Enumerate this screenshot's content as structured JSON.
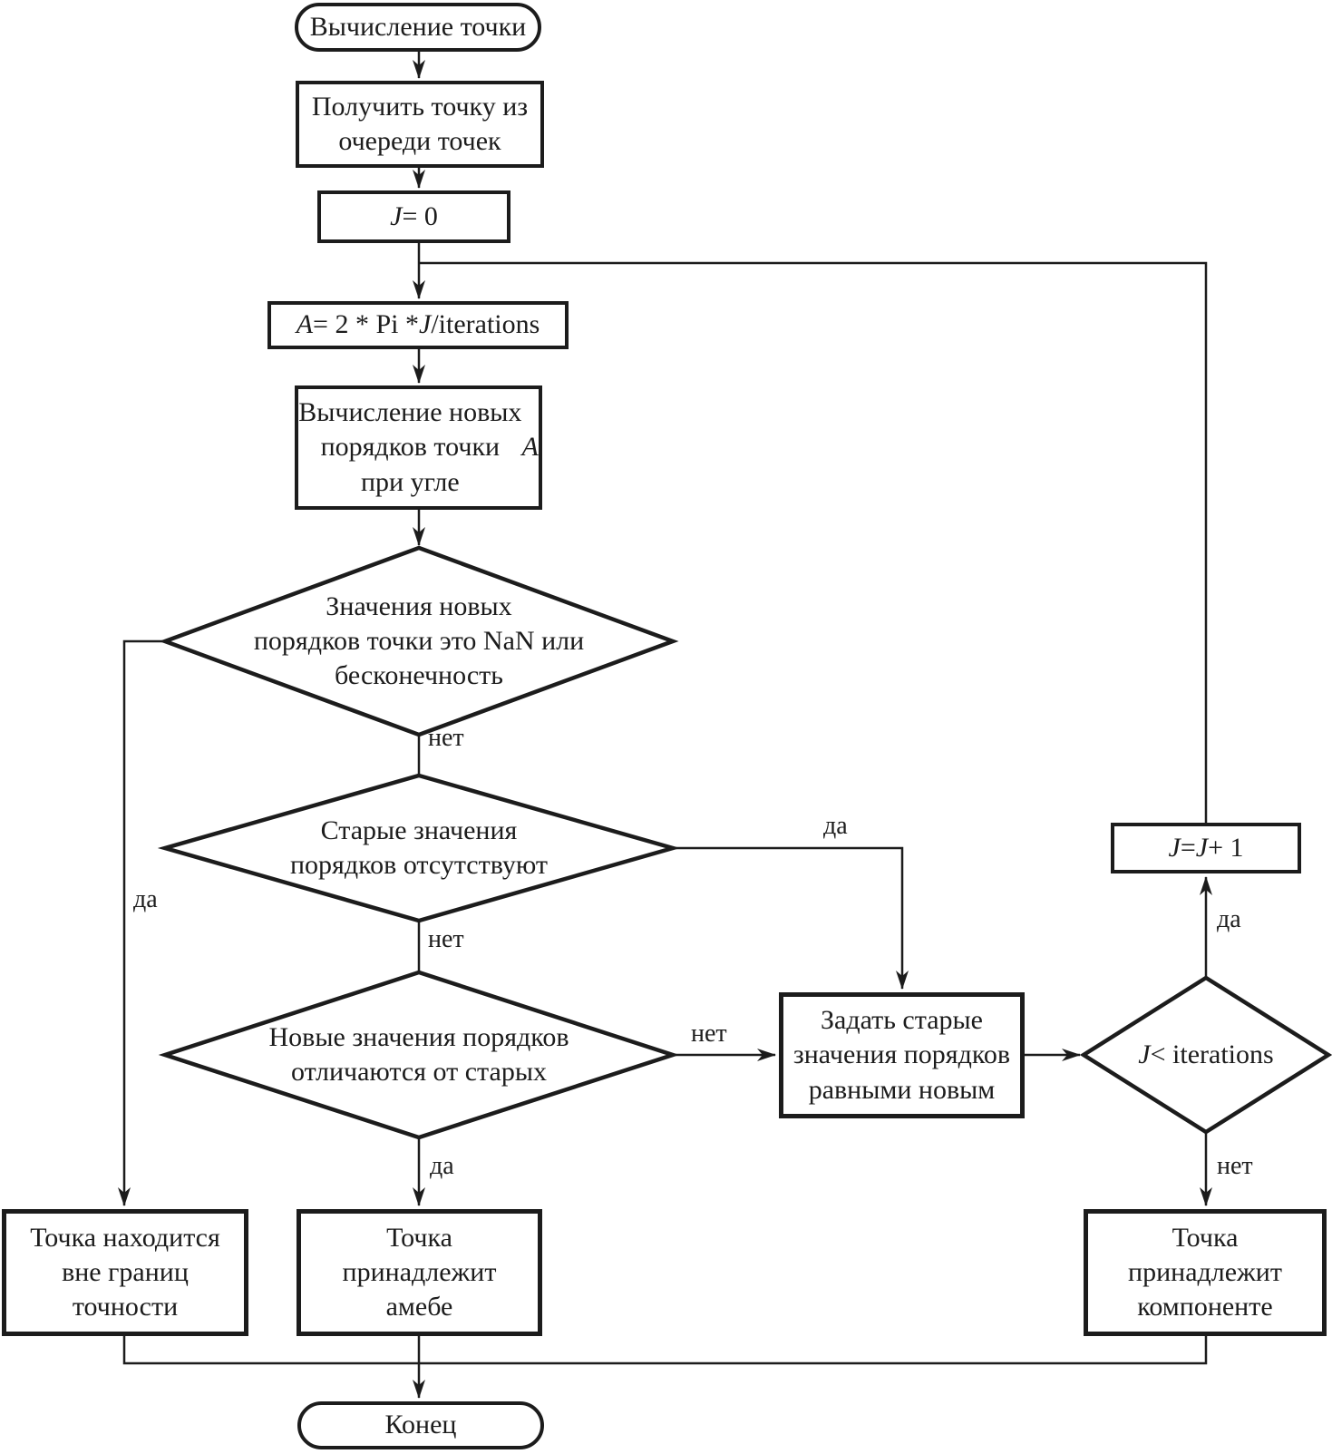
{
  "diagram": {
    "kind": "flowchart",
    "language": "ru",
    "colors": {
      "line": "#1c1c1c",
      "text": "#1c1c1c",
      "background": "#ffffff"
    }
  },
  "labels": {
    "yes": "да",
    "no": "нет"
  },
  "nodes": {
    "start": {
      "type": "terminal",
      "text": "Вычисление точки"
    },
    "get_point": {
      "type": "process",
      "text": "Получить точку из\nочереди точек"
    },
    "j_init": {
      "type": "process",
      "rich": [
        {
          "t": "J",
          "i": true
        },
        {
          "t": " = 0"
        }
      ]
    },
    "angle": {
      "type": "process",
      "rich": [
        {
          "t": "A",
          "i": true
        },
        {
          "t": " = 2 * Pi * "
        },
        {
          "t": "J",
          "i": true
        },
        {
          "t": "/iterations"
        }
      ]
    },
    "compute_orders": {
      "type": "process",
      "rich": [
        {
          "t": "Вычисление новых\nпорядков точки\nпри угле "
        },
        {
          "t": "A",
          "i": true
        }
      ]
    },
    "d1_nan_check": {
      "type": "decision",
      "text": "Значения новых\nпорядков точки это NaN или\nбесконечность"
    },
    "d2_old_missing": {
      "type": "decision",
      "text": "Старые значения\nпорядков отсутствуют"
    },
    "d3_differ": {
      "type": "decision",
      "text": "Новые значения порядков\nотличаются от старых"
    },
    "set_old": {
      "type": "process",
      "text": "Задать старые\nзначения порядков\nравными новым"
    },
    "d4_iterations": {
      "type": "decision",
      "rich": [
        {
          "t": "J",
          "i": true
        },
        {
          "t": " < iterations"
        }
      ]
    },
    "j_inc": {
      "type": "process",
      "rich": [
        {
          "t": "J",
          "i": true
        },
        {
          "t": " = "
        },
        {
          "t": "J",
          "i": true
        },
        {
          "t": " + 1"
        }
      ]
    },
    "out_of_bounds": {
      "type": "process",
      "text": "Точка находится\nвне границ\nточности"
    },
    "amoeba": {
      "type": "process",
      "text": "Точка\nпринадлежит\nамебе"
    },
    "component": {
      "type": "process",
      "text": "Точка\nпринадлежит\nкомпоненте"
    },
    "end": {
      "type": "terminal",
      "text": "Конец"
    }
  }
}
